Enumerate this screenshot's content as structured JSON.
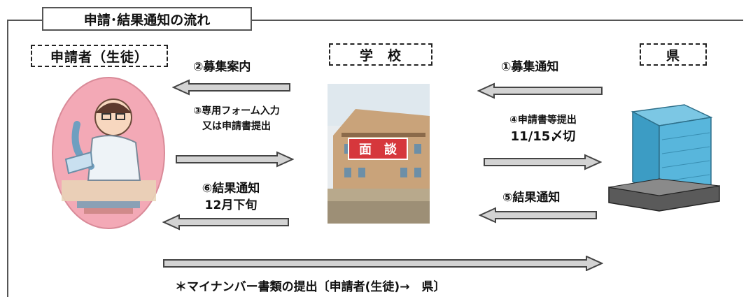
{
  "title": "申請･結果通知の流れ",
  "actors": {
    "applicant": "申請者（生徒）",
    "school": "学　校",
    "prefecture": "県"
  },
  "flows": {
    "step1": "①募集通知",
    "step2": "②募集案内",
    "step3_line1": "③専用フォーム入力",
    "step3_line2": "又は申請書提出",
    "step4_line1": "④申請書等提出",
    "step4_line2": "11/15〆切",
    "step5": "⑤結果通知",
    "step6_line1": "⑥結果通知",
    "step6_line2": "12月下旬",
    "mynumber": "＊マイナンバー書類の提出〔申請者(生徒)→　県〕"
  },
  "school_sign": "面　談",
  "colors": {
    "arrow_fill": "#d3d3d3",
    "arrow_stroke": "#444444",
    "egg_pink": "#f3a9b6",
    "building_blue": "#4fb3d6",
    "sign_red": "#d6373c"
  }
}
